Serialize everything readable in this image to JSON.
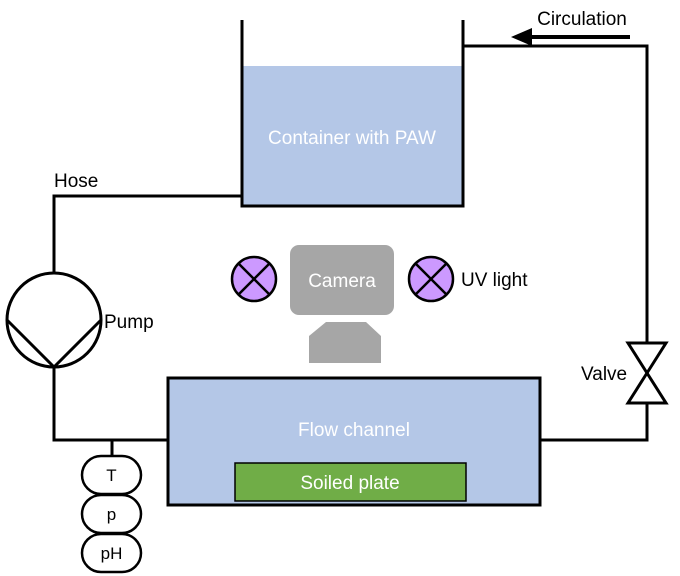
{
  "colors": {
    "water": "#b4c7e7",
    "plate": "#70ad47",
    "camera": "#a6a6a6",
    "uv_light": "#cc99ff",
    "line": "#000000"
  },
  "labels": {
    "circulation": "Circulation",
    "container": "Container with PAW",
    "hose": "Hose",
    "camera": "Camera",
    "uv_light": "UV light",
    "pump": "Pump",
    "valve": "Valve",
    "flow_channel": "Flow channel",
    "soiled_plate": "Soiled plate"
  },
  "sensors": [
    "T",
    "p",
    "pH"
  ],
  "icons": {
    "pump": "pump-icon",
    "valve": "valve-icon",
    "uv_light": "lamp-icon",
    "circulation_arrow": "arrow-left-icon"
  }
}
